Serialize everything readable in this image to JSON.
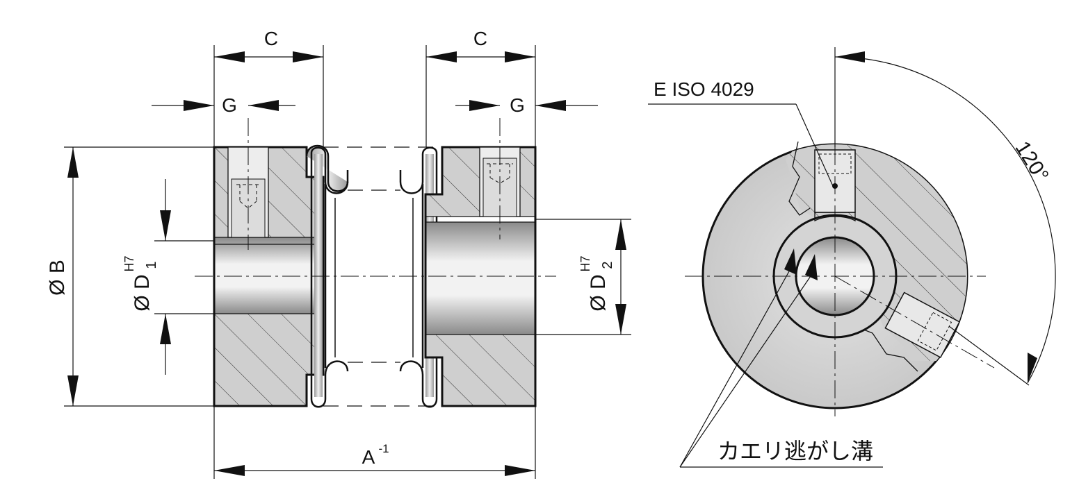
{
  "labels": {
    "dim_c_left": "C",
    "dim_c_right": "C",
    "dim_g_left": "G",
    "dim_g_right": "G",
    "dim_b": "Ø B",
    "dim_d1_main": "Ø D",
    "dim_d1_sub": "1",
    "dim_d1_sup": "H7",
    "dim_d2_main": "Ø D",
    "dim_d2_sub": "2",
    "dim_d2_sup": "H7",
    "dim_a_main": "A",
    "dim_a_sup": "-1",
    "screw_spec": "E ISO 4029",
    "angle": "120°",
    "relief_groove": "カエリ逃がし溝"
  },
  "colors": {
    "steel_fill": "#d8d8d8",
    "bore_highlight": "#f4f4f4",
    "line": "#111111"
  }
}
